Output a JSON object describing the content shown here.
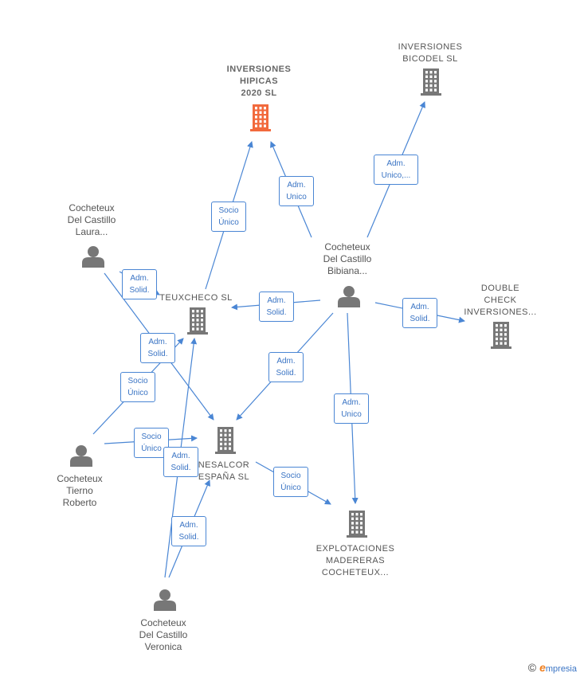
{
  "nodes": {
    "inv_hipicas": {
      "label": "INVERSIONES\nHIPICAS\n2020  SL",
      "kind": "company-root"
    },
    "inv_bicodel": {
      "label": "INVERSIONES\nBICODEL  SL",
      "kind": "company"
    },
    "double_check": {
      "label": "DOUBLE\nCHECK\nINVERSIONES...",
      "kind": "company"
    },
    "teuxcheco": {
      "label": "TEUXCHECO SL",
      "kind": "company"
    },
    "nesalcor": {
      "label": "NESALCOR\nESPAÑA  SL",
      "kind": "company"
    },
    "explotaciones": {
      "label": "EXPLOTACIONES\nMADERERAS\nCOCHETEUX...",
      "kind": "company"
    },
    "laura": {
      "label": "Cocheteux\nDel Castillo\nLaura...",
      "kind": "person"
    },
    "bibiana": {
      "label": "Cocheteux\nDel Castillo\nBibiana...",
      "kind": "person"
    },
    "roberto": {
      "label": "Cocheteux\nTierno\nRoberto",
      "kind": "person"
    },
    "veronica": {
      "label": "Cocheteux\nDel Castillo\nVeronica",
      "kind": "person"
    }
  },
  "edges": [
    {
      "from": "teuxcheco",
      "to": "inv_hipicas",
      "label": "Socio\nÚnico"
    },
    {
      "from": "bibiana",
      "to": "inv_hipicas",
      "label": "Adm.\nUnico"
    },
    {
      "from": "bibiana",
      "to": "inv_bicodel",
      "label": "Adm.\nUnico,..."
    },
    {
      "from": "bibiana",
      "to": "teuxcheco",
      "label": "Adm.\nSolid."
    },
    {
      "from": "bibiana",
      "to": "double_check",
      "label": "Adm.\nSolid."
    },
    {
      "from": "bibiana",
      "to": "nesalcor",
      "label": "Adm.\nSolid."
    },
    {
      "from": "bibiana",
      "to": "explotaciones",
      "label": "Adm.\nUnico"
    },
    {
      "from": "laura",
      "to": "teuxcheco",
      "label": "Adm.\nSolid."
    },
    {
      "from": "laura",
      "to": "nesalcor",
      "label": "Adm.\nSolid."
    },
    {
      "from": "roberto",
      "to": "teuxcheco",
      "label": "Socio\nÚnico"
    },
    {
      "from": "roberto",
      "to": "nesalcor",
      "label": "Socio\nÚnico"
    },
    {
      "from": "veronica",
      "to": "teuxcheco",
      "label": "Adm.\nSolid."
    },
    {
      "from": "veronica",
      "to": "nesalcor",
      "label": "Adm.\nSolid."
    },
    {
      "from": "nesalcor",
      "to": "explotaciones",
      "label": "Socio\nÚnico"
    }
  ],
  "colors": {
    "edge": "#4a86d4",
    "root_icon": "#f26a3d",
    "icon": "#777777",
    "text": "#555555"
  },
  "footer": {
    "copyright": "©",
    "brand_initial": "e",
    "brand_rest": "mpresia"
  }
}
